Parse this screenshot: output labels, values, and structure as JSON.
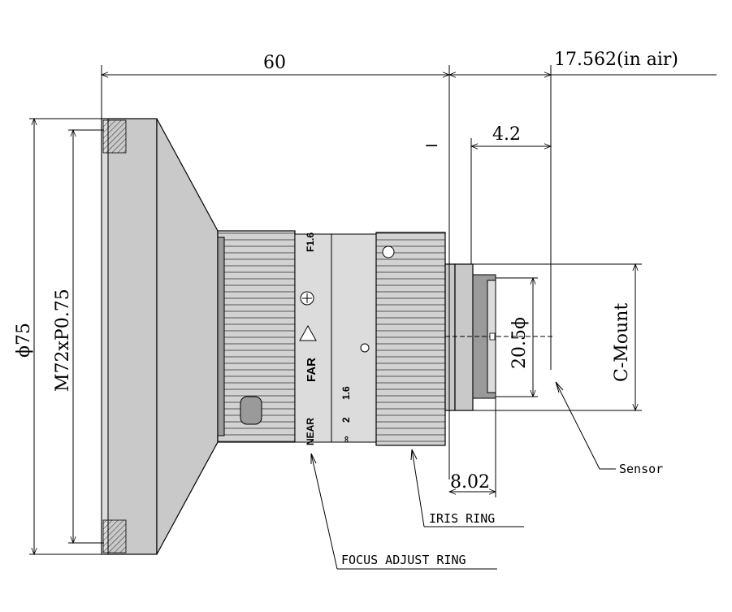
{
  "dimensions": {
    "length": "60",
    "flange_back": "17.562(in air)",
    "mount_depth": "4.2",
    "outer_diameter": "ϕ75",
    "filter_thread": "M72xP0.75",
    "mount_diameter": "20.5ϕ",
    "mount_type": "C-Mount",
    "back_offset": "8.02"
  },
  "callouts": {
    "sensor": "Sensor",
    "iris_ring": "IRIS RING",
    "focus_ring": "FOCUS ADJUST RING"
  },
  "ring_markings": {
    "aperture": "F1.6",
    "direction": "FAR",
    "near": "NEAR",
    "scale_1": "1.6",
    "scale_2": "2",
    "scale_3": "∞",
    "minus": "−"
  }
}
